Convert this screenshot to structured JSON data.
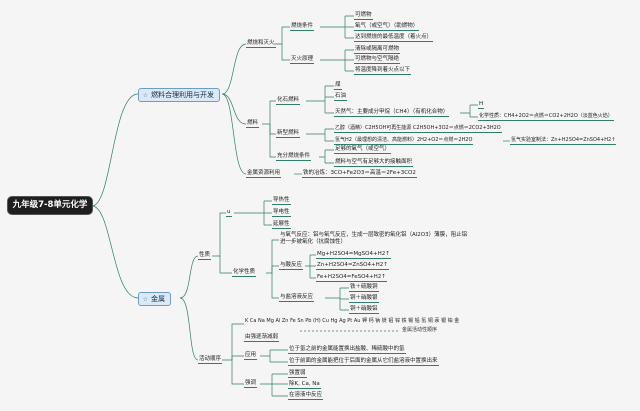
{
  "root": {
    "title": "九年级7-8单元化学"
  },
  "branches": {
    "fuel": {
      "label": "燃料合理利用与开发",
      "icon": "star-icon"
    },
    "metal": {
      "label": "金属",
      "icon": "star-icon"
    }
  },
  "fuel": {
    "combustion": {
      "label": "燃烧和灭火",
      "conditions": {
        "label": "燃烧条件",
        "items": [
          "可燃物",
          "氧气（或空气）（助燃物）",
          "达到燃烧的最低温度（着火点）"
        ]
      },
      "extinguish": {
        "label": "灭火原理",
        "items": [
          "清除或隔离可燃物",
          "可燃物与空气隔绝",
          "将温度降到着火点以下"
        ]
      }
    },
    "fuels": {
      "label": "燃料",
      "fossil": {
        "label": "化石燃料",
        "items": [
          "煤",
          "石油"
        ],
        "gas": "天然气：主要成分甲烷（CH4）（有机化合物）",
        "gas_note": "H",
        "gas_chem": "化学性质：CH4+2O2＝点燃＝CO2+2H2O（淡蓝色火焰）"
      },
      "new_fuel": {
        "label": "新型燃料",
        "ethanol": "乙醇（酒精）C2H5OH可再生能源 C2H5OH+3O2＝点燃＝2CO2+3H2O",
        "hydrogen": "氢气H2（最理想的清洁、高能燃料）2H2+O2＝点燃＝2H2O",
        "lab": "氢气实验室制法：Zn+H2SO4=ZnSO4+H2↑"
      },
      "complete": {
        "label": "充分燃烧条件",
        "items": [
          "足够的氧气（或空气）",
          "燃料与空气有足够大的接触面积"
        ]
      }
    },
    "smelting": {
      "label": "金属资源利用",
      "item": "铁的冶炼：3CO+Fe2O3＝高温＝2Fe+3CO2"
    }
  },
  "metal": {
    "properties": {
      "label": "性质",
      "physical": {
        "label": "u",
        "items": [
          "导热性",
          "导电性",
          "延展性"
        ]
      },
      "chemical": {
        "label": "化学性质",
        "oxygen": "与氧气反应：铝与氧气反应，生成一层致密的氧化铝（Al2O3）薄膜，阻止铝进一步被氧化（抗腐蚀性）",
        "acid": {
          "label": "与酸反应",
          "items": [
            "Mg+H2SO4=MgSO4+H2↑",
            "Zn+H2SO4=ZnSO4+H2↑",
            "Fe+H2SO4=FeSO4+H2↑"
          ]
        },
        "salt": {
          "label": "与盐溶液反应",
          "items": [
            "铁＋硫酸铜",
            "铜＋硝酸银",
            "铜＋硝酸铝"
          ]
        }
      }
    },
    "activity": {
      "label": "活动顺序",
      "sequence": "K Ca Na Mg Al Zn Fe Sn Pb (H) Cu Hg Ag Pt Au 钾 钙 钠 镁 铝 锌 铁 锡 铅 氢 铜 汞 银 铂 金",
      "sequence_note": "金属活动性顺序",
      "order": "由强逐渐减弱",
      "application": {
        "label": "应用",
        "items": [
          "位于氢之前的金属能置换出盐酸、稀硫酸中的氢",
          "位于前面的金属能把位于后面的金属从它们盐溶液中置换出来"
        ]
      },
      "note": {
        "label": "强调",
        "items": [
          "强置弱",
          "除K, Ca, Na",
          "在溶液中反应"
        ]
      }
    }
  }
}
